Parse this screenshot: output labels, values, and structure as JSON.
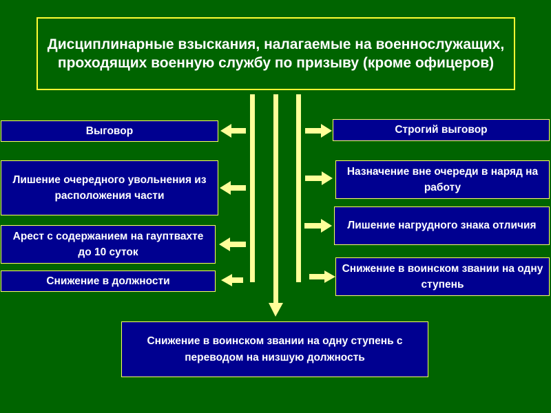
{
  "title": "Дисциплинарные взыскания, налагаемые на военнослужащих, проходящих военную службу по призыву (кроме офицеров)",
  "left_items": [
    "Выговор",
    "Лишение очередного увольнения из расположения части",
    "Арест с содержанием на гауптвахте до 10 суток",
    "Снижение в должности"
  ],
  "right_items": [
    "Строгий выговор",
    "Назначение вне очереди в наряд на работу",
    "Лишение нагрудного знака отличия",
    "Снижение в воинском звании на одну ступень"
  ],
  "bottom_item": "Снижение в воинском звании на одну ступень с переводом на низшую должность",
  "colors": {
    "background": "#006400",
    "box": "#000090",
    "border": "#ffff66",
    "arrow": "#ffff99"
  }
}
